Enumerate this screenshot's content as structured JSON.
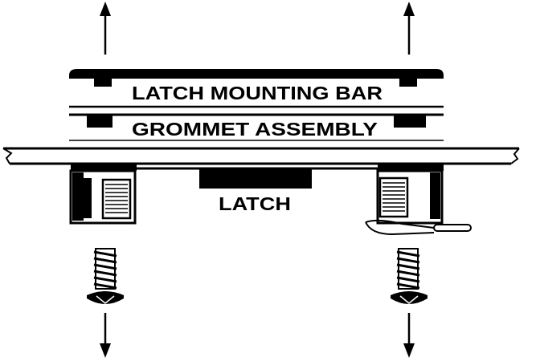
{
  "labels": {
    "latch_mounting_bar": "LATCH MOUNTING BAR",
    "grommet_assembly": "GROMMET ASSEMBLY",
    "latch": "LATCH"
  },
  "colors": {
    "ink": "#000000",
    "paper": "#ffffff"
  }
}
